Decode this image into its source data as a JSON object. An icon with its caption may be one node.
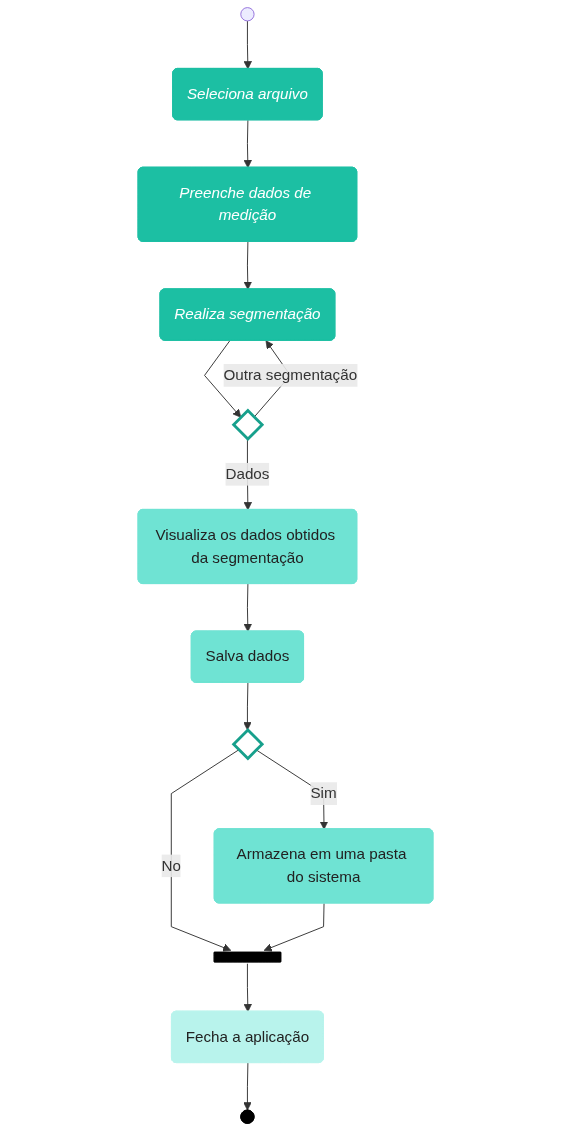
{
  "diagram": {
    "nodes": [
      {
        "text": [],
        "shape": "circle"
      },
      {
        "text": [
          "Seleciona arquivo"
        ]
      },
      {
        "text": [
          "Preenche dados de medição"
        ]
      },
      {
        "text": [
          "Realiza segmentação"
        ]
      },
      {
        "text": [],
        "shape": "diamond"
      },
      {
        "text": [
          "Visualiza os dados obtidos da segmentação"
        ]
      },
      {
        "text": [
          "Salva dados"
        ]
      },
      {
        "text": [],
        "shape": "diamond"
      },
      {
        "text": [
          "Armazena em uma pasta do sistema"
        ]
      },
      {
        "text": [],
        "shape": "bar"
      },
      {
        "text": [
          "Fecha a aplicação"
        ]
      },
      {
        "text": [],
        "shape": "circle"
      }
    ],
    "edges": [
      {
        "from": 0,
        "to": 1,
        "arrow": "to"
      },
      {
        "from": 1,
        "to": 2,
        "arrow": "to"
      },
      {
        "from": 2,
        "to": 3,
        "arrow": "to"
      },
      {
        "from": 3,
        "to": 4,
        "arrow": "to"
      },
      {
        "from": 4,
        "to": 3,
        "arrow": "to",
        "label": "Outra segmentação"
      },
      {
        "from": 4,
        "to": 5,
        "arrow": "to",
        "label": "Dados"
      },
      {
        "from": 5,
        "to": 6,
        "arrow": "to"
      },
      {
        "from": 6,
        "to": 7,
        "arrow": "to"
      },
      {
        "from": 7,
        "to": 8,
        "arrow": "to",
        "label": "Sim"
      },
      {
        "from": 7,
        "to": 9,
        "arrow": "to",
        "label": "No"
      },
      {
        "from": 8,
        "to": 9,
        "arrow": "to"
      },
      {
        "from": 9,
        "to": 10,
        "arrow": "to"
      },
      {
        "from": 10,
        "to": 11,
        "arrow": "to"
      }
    ]
  }
}
